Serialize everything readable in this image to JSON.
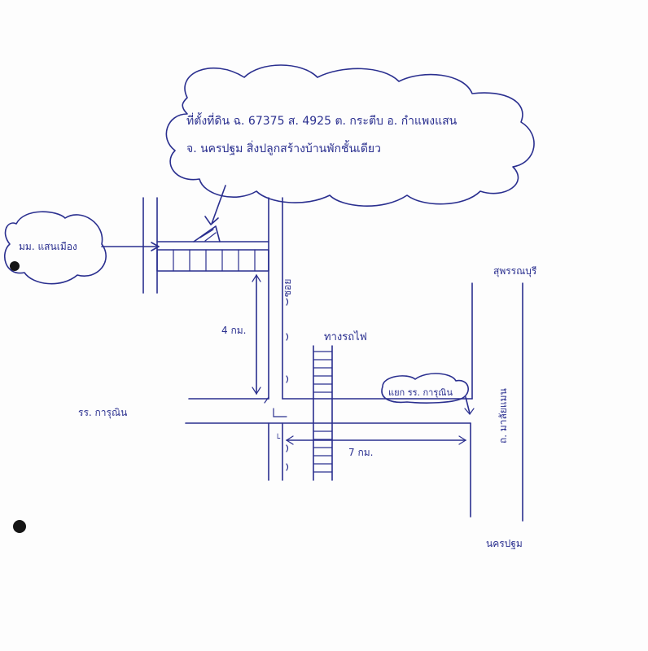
{
  "land_info": {
    "line1": "ที่ตั้งที่ดิน ฉ. 67375 ส. 4925 ต. กระตีบ อ. กำแพงแสน",
    "line2": "จ. นครปฐม สิ่งปลูกสร้างบ้านพักชั้นเดียว"
  },
  "labels": {
    "village": "มม. แสนเมือง",
    "soi": "ซอย",
    "distance_4": "4 กม.",
    "railway": "ทางรถไฟ",
    "school_left": "รร. การุณิน",
    "junction": "แยก รร. การุณิน",
    "road": "ถ. มาลัยแมน",
    "distance_7": "7 กม.",
    "suphanburi": "สุพรรณบุรี",
    "nakhonpathom": "นครปฐม"
  },
  "colors": {
    "ink": "#2a2f8f",
    "paper": "#fdfdfd"
  }
}
